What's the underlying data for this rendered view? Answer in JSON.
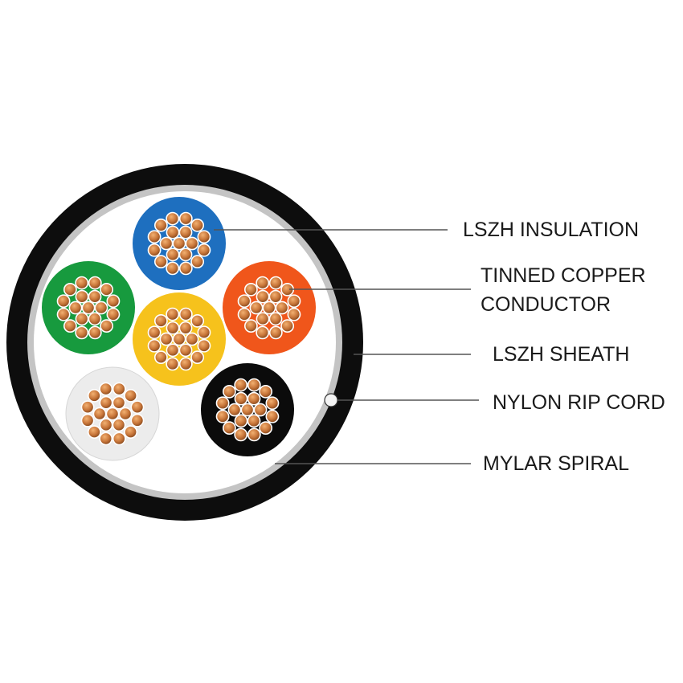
{
  "diagram": {
    "labels": {
      "insulation": "LSZH INSULATION",
      "conductor_line1": "TINNED COPPER",
      "conductor_line2": "CONDUCTOR",
      "sheath": "LSZH SHEATH",
      "rip_cord": "NYLON RIP CORD",
      "mylar": "MYLAR SPIRAL"
    },
    "colors": {
      "sheath": "#0d0d0d",
      "mylar": "#c4c4c4",
      "filler": "#ffffff",
      "copper": "#c8763a",
      "copper_dark": "#7a4018",
      "leader": "#555555"
    },
    "cores": [
      {
        "name": "blue",
        "color": "#1e6fbf"
      },
      {
        "name": "green",
        "color": "#179a3e"
      },
      {
        "name": "orange",
        "color": "#f0561b"
      },
      {
        "name": "yellow",
        "color": "#f6c21c"
      },
      {
        "name": "white",
        "color": "#ececec"
      },
      {
        "name": "black",
        "color": "#0b0b0b"
      }
    ]
  }
}
